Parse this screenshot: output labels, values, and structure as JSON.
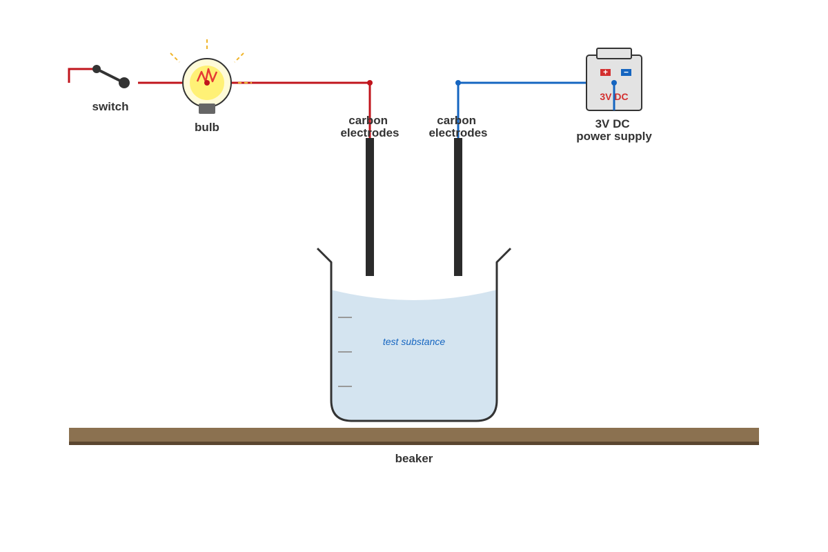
{
  "labels": {
    "switch": "switch",
    "bulb": "bulb",
    "electrode_left": [
      "carbon",
      "electrodes"
    ],
    "electrode_right": [
      "carbon",
      "electrodes"
    ],
    "power_supply": [
      "3V DC",
      "power supply"
    ],
    "psu_face": "3V DC",
    "terminal_plus": "+",
    "terminal_minus": "−",
    "solution": "test substance",
    "beaker": "beaker"
  },
  "colors": {
    "positive_wire": "#c0141c",
    "negative_wire": "#1565c0",
    "electrode": "#2b2b2b",
    "solution": "#d4e4f0",
    "bench": "#8b7150",
    "bench_edge": "#5b4630",
    "bulb_glow": "#fff176",
    "psu_body": "#e3e3e3"
  },
  "icons": {
    "switch": "switch-icon",
    "bulb": "lightbulb-icon",
    "power_supply": "battery-icon"
  }
}
